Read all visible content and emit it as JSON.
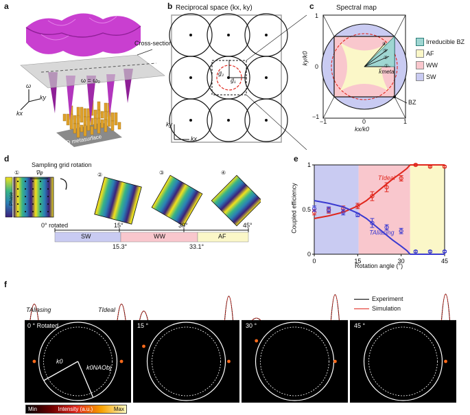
{
  "panel_letters": {
    "a": "a",
    "b": "b",
    "c": "c",
    "d": "d",
    "e": "e",
    "f": "f"
  },
  "panel_a": {
    "cross_section": "Cross-section",
    "omega_eq": "ω = ω₀",
    "metasurface": "2D metasurface",
    "axis_omega": "ω",
    "axis_kx": "kx",
    "axis_ky": "ky",
    "colors": {
      "cone": "#c93fd0",
      "cone_dark": "#8e1f96",
      "pillar": "#e0a22a",
      "base": "#8a8a8a"
    }
  },
  "panel_b": {
    "title": "Reciprocal space (kx, ky)",
    "g_vec": "g⃗₂",
    "g1_vec": "g⃗₁",
    "axis_kx": "kx",
    "axis_ky": "ky"
  },
  "panel_c": {
    "title": "Spectral map",
    "xlabel": "kx/k0",
    "ylabel": "ky/k0",
    "ticks_x": [
      "−1",
      "0",
      "1"
    ],
    "ticks_y": [
      "1",
      "0",
      "−1"
    ],
    "kmeta": "k⃗meta",
    "bz_label": "BZ",
    "circled": [
      "①",
      "②",
      "③",
      "④"
    ],
    "legend": [
      {
        "label": "Irreducible BZ",
        "color": "#9fd6d2"
      },
      {
        "label": "AF",
        "color": "#fbf7c8"
      },
      {
        "label": "WW",
        "color": "#f9c7cd"
      },
      {
        "label": "SW",
        "color": "#c9cbf2"
      }
    ]
  },
  "panel_d": {
    "title": "Sampling grid rotation",
    "gradient_label": "∇φ",
    "phase_label": "Phase",
    "circled": [
      "①",
      "②",
      "③",
      "④"
    ],
    "axis_ticks": [
      "0° rotated",
      "15°",
      "30°",
      "45°"
    ],
    "regions": [
      {
        "label": "SW",
        "color": "#c9cbf2"
      },
      {
        "label": "WW",
        "color": "#f9c7cd"
      },
      {
        "label": "AF",
        "color": "#fbf7c8"
      }
    ],
    "boundary_labels": [
      "15.3°",
      "33.1°"
    ]
  },
  "panel_e": {
    "xlabel": "Rotation angle (°)",
    "ylabel": "Coupled efficiency",
    "ticks_x": [
      "0",
      "15",
      "30",
      "45"
    ],
    "ticks_y": [
      "0",
      "0.5",
      "1"
    ],
    "t_ideal": "TIdeal",
    "t_aliasing": "TAliasing"
  },
  "chart_data": {
    "type": "line",
    "xlabel": "Rotation angle (°)",
    "ylabel": "Coupled efficiency",
    "xlim": [
      0,
      45
    ],
    "ylim": [
      0,
      1
    ],
    "regions": [
      {
        "label": "SW",
        "from": 0,
        "to": 15.3,
        "color": "#c9cbf2"
      },
      {
        "label": "WW",
        "from": 15.3,
        "to": 33.1,
        "color": "#f9c7cd"
      },
      {
        "label": "AF",
        "from": 33.1,
        "to": 45,
        "color": "#fbf7c8"
      }
    ],
    "series": [
      {
        "name": "TIdeal",
        "color": "#e0261c",
        "curve_x": [
          0,
          5,
          10,
          15,
          18,
          21,
          24,
          27,
          30,
          32,
          33.1,
          34,
          36,
          40,
          45
        ],
        "curve_y": [
          0.4,
          0.43,
          0.47,
          0.54,
          0.6,
          0.68,
          0.76,
          0.84,
          0.91,
          0.96,
          1.0,
          1.0,
          1.0,
          1.0,
          1.0
        ],
        "points_x": [
          0,
          5,
          10,
          15,
          20,
          25,
          30,
          35,
          40,
          45
        ],
        "points_y": [
          0.47,
          0.49,
          0.51,
          0.54,
          0.65,
          0.75,
          0.85,
          1.0,
          0.98,
          0.98
        ],
        "err": [
          0.03,
          0.03,
          0.03,
          0.03,
          0.05,
          0.05,
          0.03,
          0.01,
          0.01,
          0.01
        ]
      },
      {
        "name": "TAliasing",
        "color": "#3a3ad0",
        "curve_x": [
          0,
          5,
          10,
          15,
          18,
          21,
          24,
          27,
          30,
          32,
          33.1,
          34,
          36,
          40,
          45
        ],
        "curve_y": [
          0.6,
          0.57,
          0.53,
          0.46,
          0.4,
          0.32,
          0.24,
          0.16,
          0.09,
          0.04,
          0.0,
          0.0,
          0.0,
          0.0,
          0.0
        ],
        "points_x": [
          0,
          5,
          10,
          15,
          20,
          25,
          30,
          35,
          40,
          45
        ],
        "points_y": [
          0.51,
          0.5,
          0.47,
          0.44,
          0.35,
          0.3,
          0.26,
          0.03,
          0.03,
          0.03
        ],
        "err": [
          0.03,
          0.03,
          0.03,
          0.02,
          0.05,
          0.03,
          0.03,
          0.01,
          0.01,
          0.01
        ]
      }
    ]
  },
  "panel_f": {
    "legend": [
      {
        "label": "Experiment",
        "color": "#000000"
      },
      {
        "label": "Simulation",
        "color": "#e0261c"
      }
    ],
    "t_aliasing": "TAliasing",
    "t_ideal": "TIdeal",
    "frames": [
      {
        "label": "0 ° Rotated",
        "peaks": [
          0.09,
          0.91
        ],
        "heights": [
          0.62,
          0.62
        ]
      },
      {
        "label": "15 °",
        "peaks": [
          0.1,
          0.9
        ],
        "heights": [
          0.35,
          0.92
        ]
      },
      {
        "label": "30 °",
        "peaks": [
          0.14,
          0.88
        ],
        "heights": [
          0.08,
          0.98
        ]
      },
      {
        "label": "45 °",
        "peaks": [
          0.5,
          0.9
        ],
        "heights": [
          0.0,
          1.0
        ]
      }
    ],
    "k0": "k0",
    "k0na": "k0NAObj",
    "colorbar": {
      "min": "Min",
      "label": "Intensity (a.u.)",
      "max": "Max"
    }
  }
}
